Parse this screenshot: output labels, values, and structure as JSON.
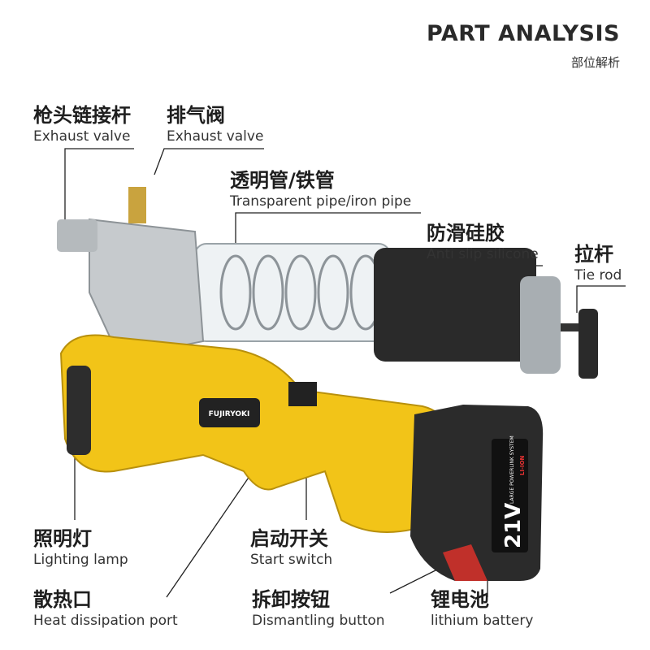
{
  "header": {
    "title": "PART ANALYSIS",
    "subtitle": "部位解析"
  },
  "labels": [
    {
      "id": "gun-head-rod",
      "zh": "枪头链接杆",
      "en": "Exhaust valve"
    },
    {
      "id": "exhaust-valve",
      "zh": "排气阀",
      "en": "Exhaust valve"
    },
    {
      "id": "transparent-pipe",
      "zh": "透明管/铁管",
      "en": "Transparent pipe/iron pipe"
    },
    {
      "id": "anti-slip",
      "zh": "防滑硅胶",
      "en": "Anti slip silicone"
    },
    {
      "id": "tie-rod",
      "zh": "拉杆",
      "en": "Tie rod"
    },
    {
      "id": "lighting-lamp",
      "zh": "照明灯",
      "en": "Lighting lamp"
    },
    {
      "id": "start-switch",
      "zh": "启动开关",
      "en": "Start switch"
    },
    {
      "id": "heat-port",
      "zh": "散热口",
      "en": "Heat dissipation port"
    },
    {
      "id": "dismantle-button",
      "zh": "拆卸按钮",
      "en": "Dismantling button"
    },
    {
      "id": "battery",
      "zh": "锂电池",
      "en": "lithium battery"
    }
  ],
  "product": {
    "brand": "FUJIRYOKI",
    "battery_text": "LARGE POWERLINK SYSTEM",
    "battery_badge": "LI-ION",
    "battery_voltage": "21V",
    "colors": {
      "body": "#f2c418",
      "dark": "#2b2b2b",
      "red": "#c0302a"
    }
  }
}
